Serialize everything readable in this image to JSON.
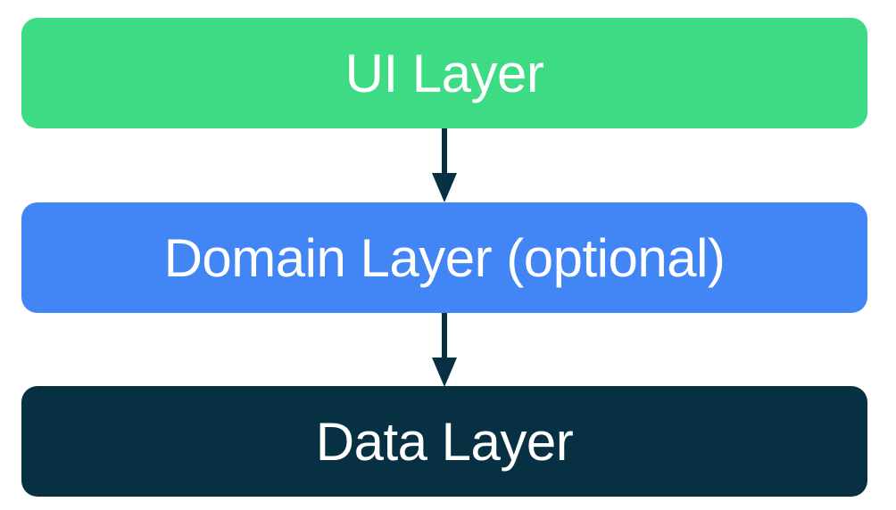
{
  "layers": [
    {
      "label": "UI Layer",
      "color": "#3ddc84"
    },
    {
      "label": "Domain Layer (optional)",
      "color": "#4285f4"
    },
    {
      "label": "Data Layer",
      "color": "#073042"
    }
  ],
  "arrow_color": "#073042"
}
